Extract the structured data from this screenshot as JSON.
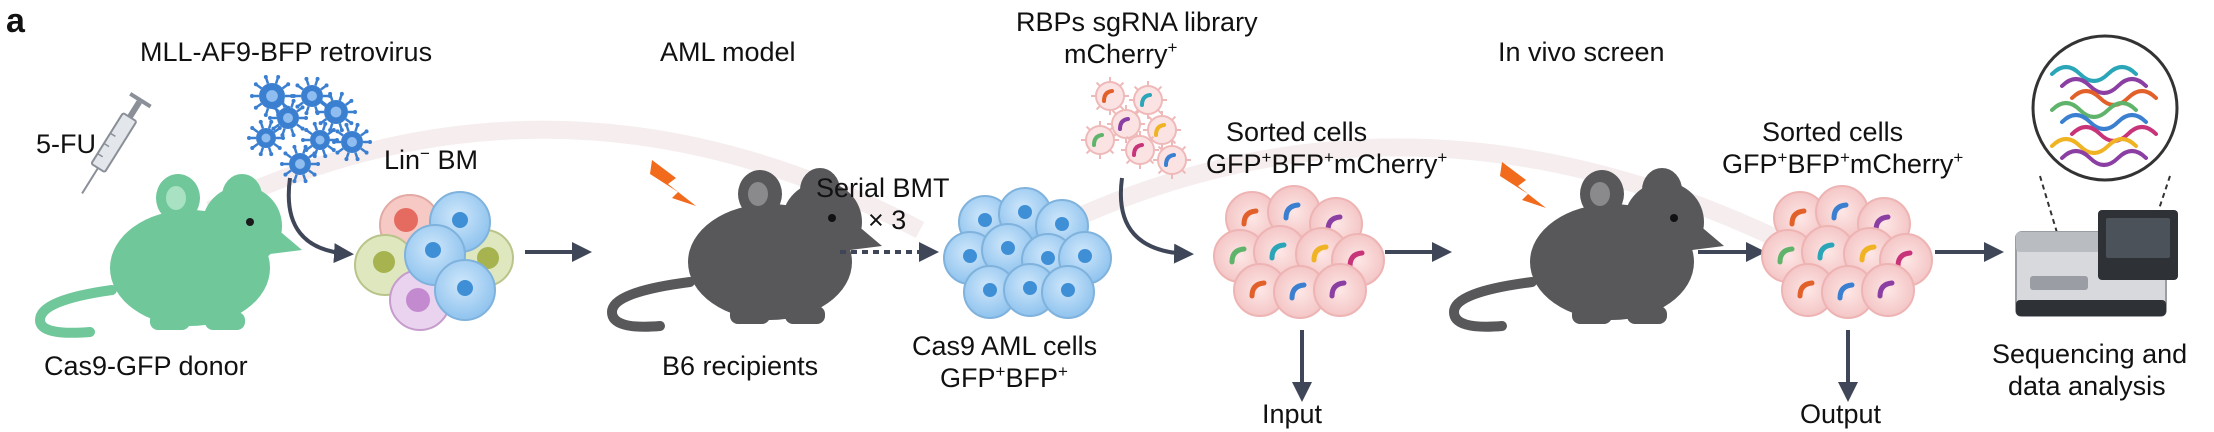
{
  "panel_letter": "a",
  "labels": {
    "five_fu": "5-FU",
    "retrovirus": "MLL-AF9-BFP retrovirus",
    "lin_bm": {
      "pre": "Lin",
      "sup": "−",
      "post": " BM"
    },
    "donor": "Cas9-GFP donor",
    "aml_model": "AML model",
    "recipients": "B6 recipients",
    "serial_bmt": "Serial BMT",
    "times": "× 3",
    "aml_cells_line1": "Cas9 AML cells",
    "aml_cells_line2": {
      "a": "GFP",
      "a_sup": "+",
      "b": "BFP",
      "b_sup": "+"
    },
    "library_line1": "RBPs sgRNA library",
    "library_line2": {
      "a": "mCherry",
      "a_sup": "+"
    },
    "sorted_cells_1": "Sorted cells",
    "sorted_markers_1": {
      "a": "GFP",
      "a_sup": "+",
      "b": "BFP",
      "b_sup": "+",
      "c": "mCherry",
      "c_sup": "+"
    },
    "input": "Input",
    "in_vivo": "In vivo screen",
    "sorted_cells_2": "Sorted cells",
    "sorted_markers_2": {
      "a": "GFP",
      "a_sup": "+",
      "b": "BFP",
      "b_sup": "+",
      "c": "mCherry",
      "c_sup": "+"
    },
    "output": "Output",
    "sequencing_line1": "Sequencing and",
    "sequencing_line2": "data analysis"
  },
  "colors": {
    "donor_mouse": "#6fc79a",
    "recipient_mouse": "#58585a",
    "virus": "#3b7fd1",
    "aml_cell": "#a9d3f4",
    "aml_nucleus": "#3f8fd6",
    "sorted_cell": "#f7d3d3",
    "arrow": "#3e4658",
    "lightning": "#f26a1b",
    "guide_colors": [
      "#e2612a",
      "#3b7fd1",
      "#8b3fa3",
      "#5fb36a",
      "#2aa6b8",
      "#f0b323",
      "#c8347a"
    ]
  }
}
